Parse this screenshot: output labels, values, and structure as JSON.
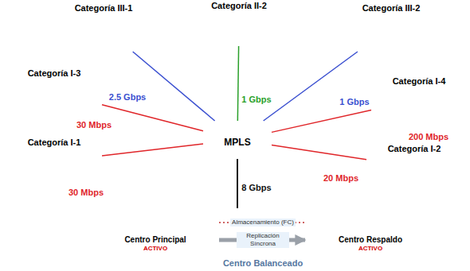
{
  "diagram": {
    "nodes": [
      {
        "text": [
          "Categoría III-1"
        ]
      },
      {
        "text": [
          "Categoría II-2"
        ]
      },
      {
        "text": [
          "Categoría III-2"
        ]
      },
      {
        "text": [
          "Categoría I-3"
        ]
      },
      {
        "text": [
          "Categoría I-4"
        ]
      },
      {
        "text": [
          "MPLS"
        ]
      },
      {
        "text": [
          "Categoría I-1"
        ]
      },
      {
        "text": [
          "Categoría I-2"
        ]
      },
      {
        "text": [
          "Centro Balanceado"
        ]
      },
      {
        "text": [
          "Centro Principal",
          "ACTIVO"
        ],
        "in": 8
      },
      {
        "text": [
          "Centro Respaldo",
          "ACTIVO"
        ],
        "in": 8
      }
    ],
    "edges": [
      {
        "from": 0,
        "to": 5,
        "arrow": "none",
        "label": "2.5 Gbps"
      },
      {
        "from": 1,
        "to": 5,
        "arrow": "none",
        "label": "1 Gbps"
      },
      {
        "from": 2,
        "to": 5,
        "arrow": "none",
        "label": "1 Gbps"
      },
      {
        "from": 3,
        "to": 5,
        "arrow": "none",
        "label": "30 Mbps"
      },
      {
        "from": 4,
        "to": 5,
        "arrow": "none",
        "label": "200 Mbps"
      },
      {
        "from": 6,
        "to": 5,
        "arrow": "none",
        "label": "30 Mbps"
      },
      {
        "from": 7,
        "to": 5,
        "arrow": "none",
        "label": "20 Mbps"
      },
      {
        "from": 5,
        "to": 8,
        "arrow": "none",
        "label": "8 Gbps"
      },
      {
        "from": 9,
        "to": 10,
        "arrow": "none",
        "label": "Almacenamiento (FC)"
      },
      {
        "from": 9,
        "to": 10,
        "arrow": "to",
        "label": "Replicación Síncrona"
      }
    ]
  }
}
